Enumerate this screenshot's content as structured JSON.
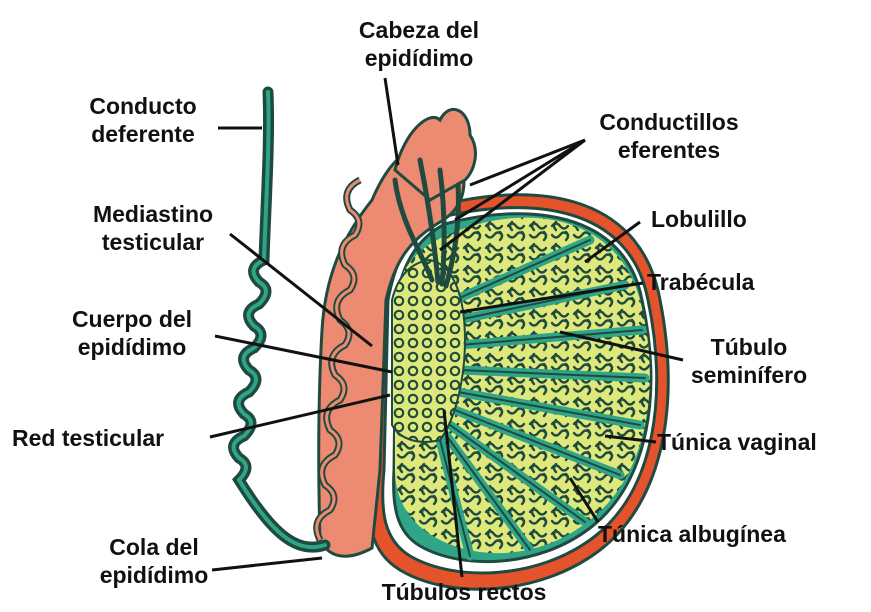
{
  "colors": {
    "dark_green": "#1f4a3f",
    "salmon": "#ec8a72",
    "orange_red": "#e4532c",
    "teal": "#2fa487",
    "yellow": "#dfe87a",
    "ink": "#111111"
  },
  "labels": {
    "cabeza": [
      "Cabeza del",
      "epidídimo"
    ],
    "conducto": [
      "Conducto",
      "deferente"
    ],
    "conductillos": [
      "Conductillos",
      "eferentes"
    ],
    "mediastino": [
      "Mediastino",
      "testicular"
    ],
    "lobulillo": [
      "Lobulillo"
    ],
    "trabecula": [
      "Trabécula"
    ],
    "cuerpo": [
      "Cuerpo del",
      "epidídimo"
    ],
    "tubulo_sem": [
      "Túbulo",
      "seminífero"
    ],
    "red": [
      "Red testicular"
    ],
    "vaginal": [
      "Túnica vaginal"
    ],
    "albuginea": [
      "Túnica albugínea"
    ],
    "cola": [
      "Cola del",
      "epidídimo"
    ],
    "rectos": [
      "Túbulos rectos"
    ]
  }
}
